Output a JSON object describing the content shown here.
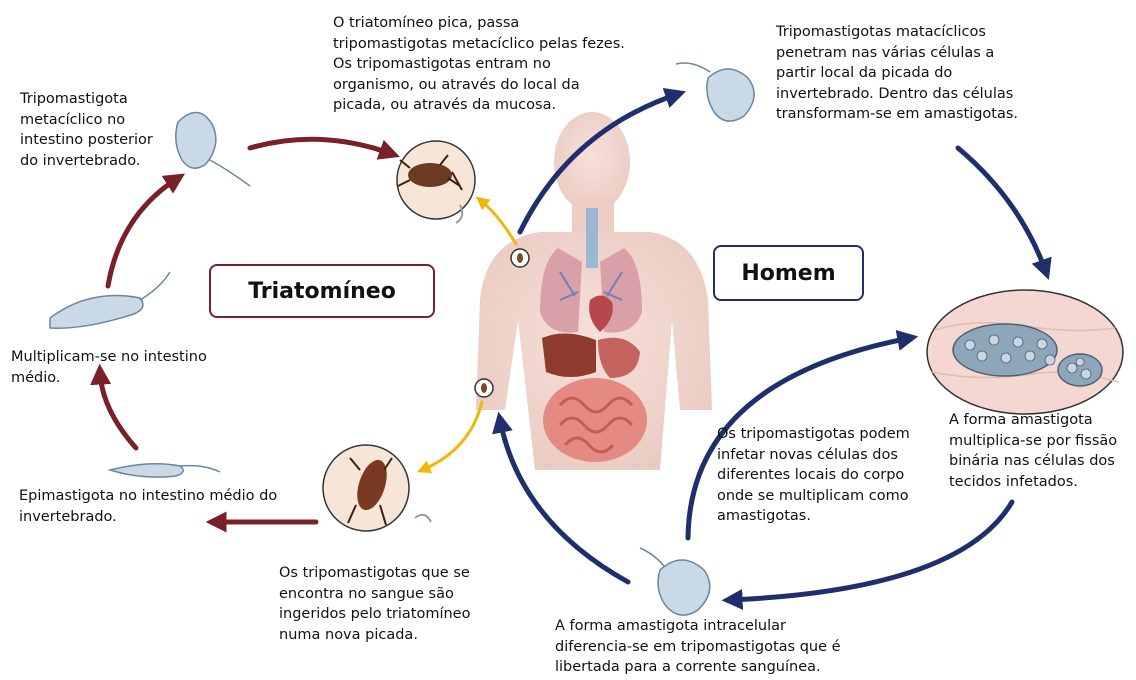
{
  "labels": {
    "triatomineo": "Triatomíneo",
    "homem": "Homem"
  },
  "steps": {
    "pica": "O triatomíneo pica, passa\ntripomastigotas metacíclico pelas fezes.\nOs tripomastigotas entram no\norganismo, ou através do local da\npicada, ou através da mucosa.",
    "penetram": "Tripomastigotas matacíclicos\npenetram nas várias células a\npartir local da picada do\ninvertebrado. Dentro das células\ntransformam-se em amastigotas.",
    "multiplica_fissao": "A forma amastigota\nmultiplica-se por fissão\nbinária nas células dos\ntecidos infetados.",
    "diferencia": "A forma amastigota intracelular\ndiferencia-se em tripomastigotas que é\nlibertada para a corrente sanguínea.",
    "infetar": "Os tripomastigotas podem\ninfetar novas células dos\ndiferentes locais do corpo\nonde se multiplicam como\namastigotas.",
    "ingeridos": "Os tripomastigotas que se\nencontra no sangue são\ningeridos pelo triatomíneo\nnuma nova picada.",
    "epimastigota": "Epimastigota no intestino médio do\ninvertebrado.",
    "multiplicam_intestino": "Multiplicam-se no intestino\nmédio.",
    "metaciclico": "Tripomastigota\nmetacíclico no\nintestino posterior\ndo invertebrado."
  },
  "colors": {
    "vector_arrow": "#7a2029",
    "human_arrow": "#1f2f6b",
    "bite_arrow": "#f2b705",
    "body_skin": "#f2d6cf",
    "tissue": "#f5d7d2"
  }
}
